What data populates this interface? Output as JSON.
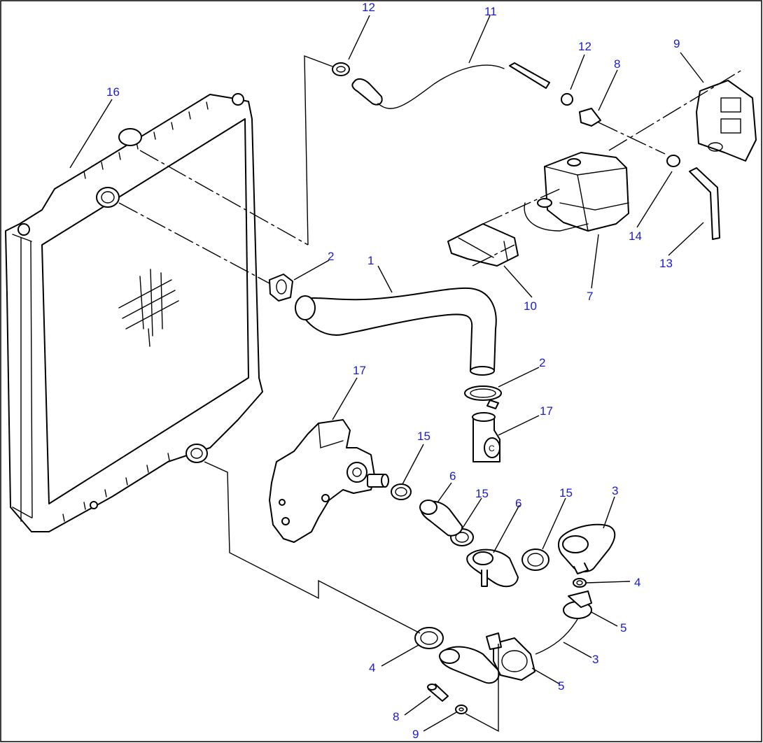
{
  "diagram": {
    "callout_color": "#1a1acc",
    "callouts": [
      {
        "id": "c12a",
        "label": "12"
      },
      {
        "id": "c11",
        "label": "11"
      },
      {
        "id": "c12b",
        "label": "12"
      },
      {
        "id": "c8a",
        "label": "8"
      },
      {
        "id": "c9a",
        "label": "9"
      },
      {
        "id": "c16",
        "label": "16"
      },
      {
        "id": "c2a",
        "label": "2"
      },
      {
        "id": "c1",
        "label": "1"
      },
      {
        "id": "c10",
        "label": "10"
      },
      {
        "id": "c7",
        "label": "7"
      },
      {
        "id": "c14",
        "label": "14"
      },
      {
        "id": "c13",
        "label": "13"
      },
      {
        "id": "c2b",
        "label": "2"
      },
      {
        "id": "c17a",
        "label": "17"
      },
      {
        "id": "c17b",
        "label": "17"
      },
      {
        "id": "c15a",
        "label": "15"
      },
      {
        "id": "c6a",
        "label": "6"
      },
      {
        "id": "c15b",
        "label": "15"
      },
      {
        "id": "c6b",
        "label": "6"
      },
      {
        "id": "c15c",
        "label": "15"
      },
      {
        "id": "c3a",
        "label": "3"
      },
      {
        "id": "c4a",
        "label": "4"
      },
      {
        "id": "c5a",
        "label": "5"
      },
      {
        "id": "c3b",
        "label": "3"
      },
      {
        "id": "c5b",
        "label": "5"
      },
      {
        "id": "c4b",
        "label": "4"
      },
      {
        "id": "c8b",
        "label": "8"
      },
      {
        "id": "c9b",
        "label": "9"
      }
    ]
  }
}
